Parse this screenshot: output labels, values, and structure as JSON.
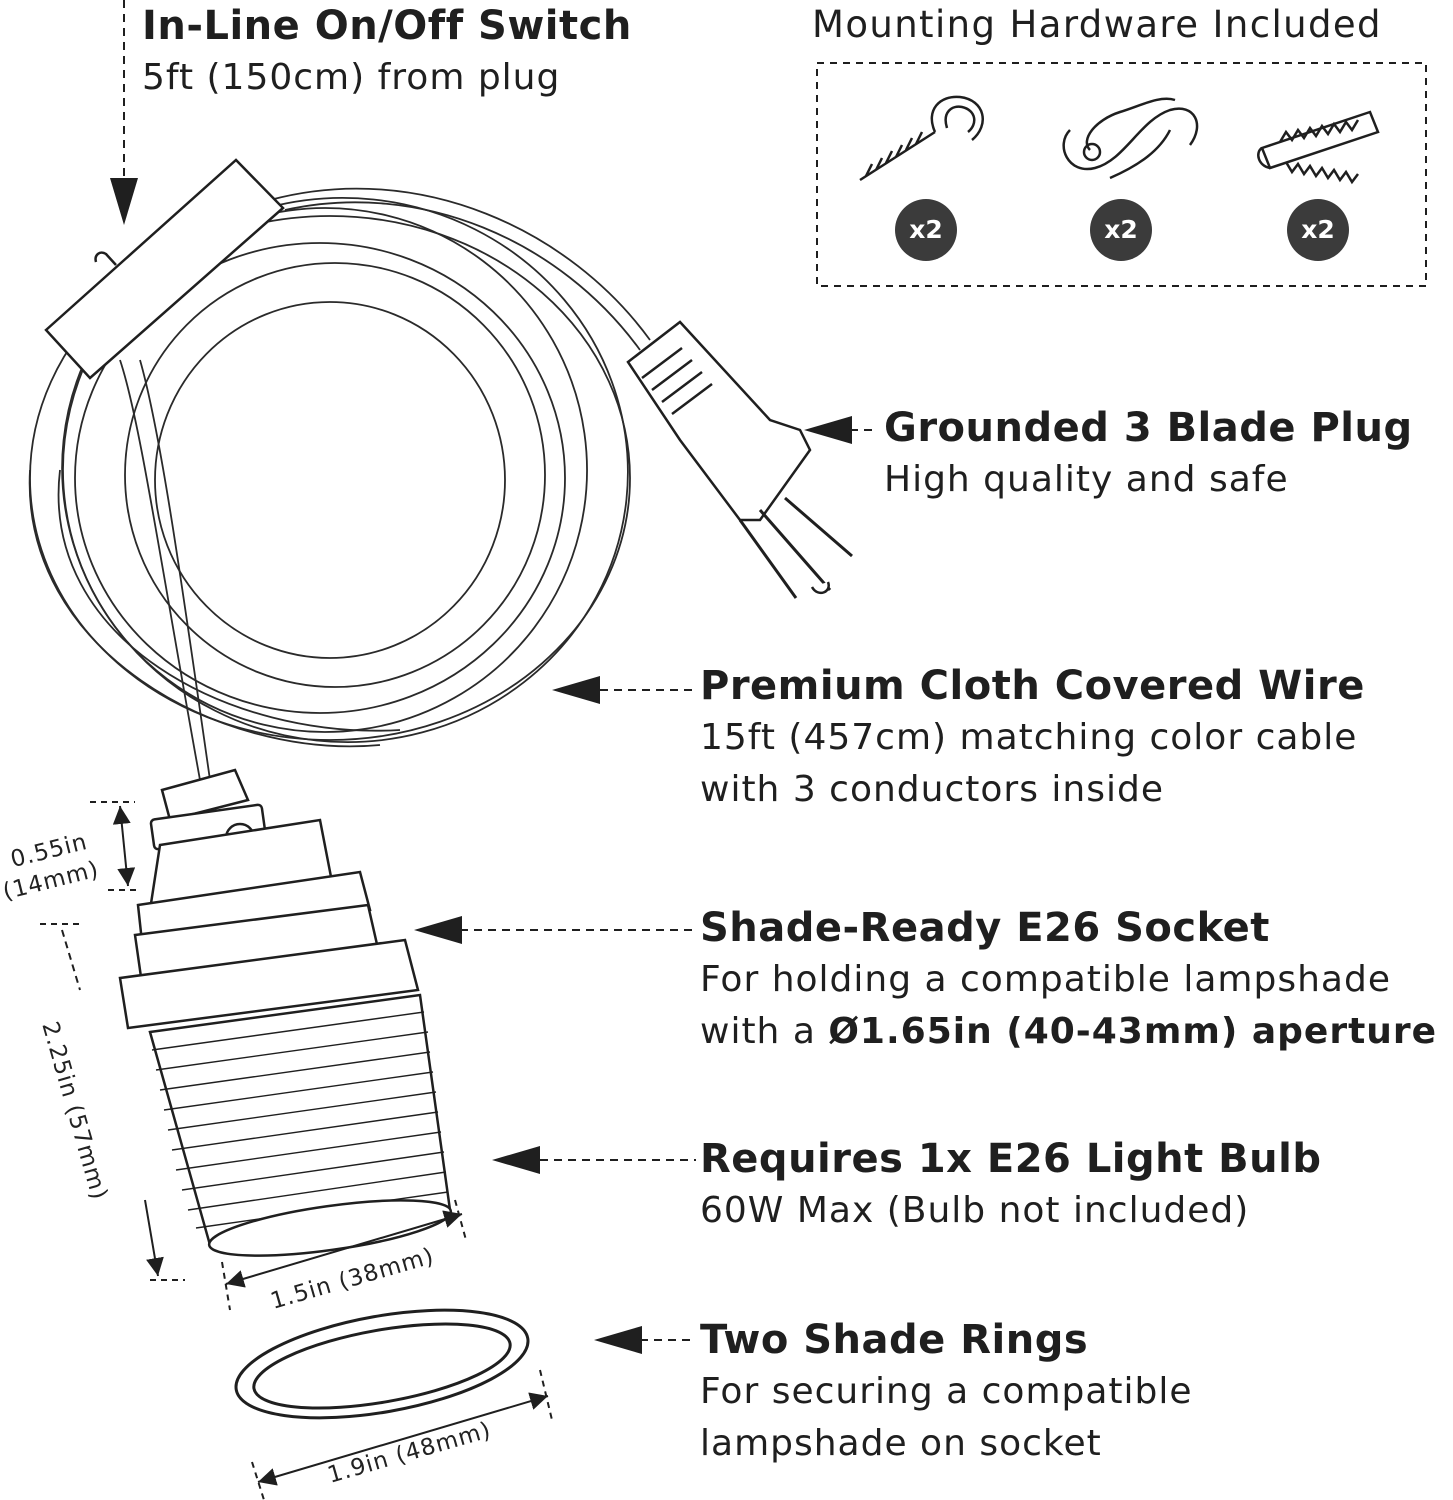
{
  "switch": {
    "title": "In-Line On/Off Switch",
    "sub": "5ft (150cm) from plug"
  },
  "hardware": {
    "heading": "Mounting Hardware Included",
    "badges": [
      "x2",
      "x2",
      "x2"
    ],
    "icons": [
      "hook-icon",
      "s-hook-icon",
      "anchor-icon"
    ]
  },
  "plug": {
    "title": "Grounded 3 Blade Plug",
    "sub": "High quality and safe"
  },
  "wire": {
    "title": "Premium Cloth Covered Wire",
    "line1": "15ft (457cm) matching color cable",
    "line2": "with 3 conductors inside"
  },
  "socket": {
    "title": "Shade-Ready E26 Socket",
    "line1": "For holding a compatible lampshade",
    "line2_prefix": "with a ",
    "line2_bold": "Ø1.65in (40-43mm) aperture"
  },
  "bulb": {
    "title": "Requires 1x E26 Light Bulb",
    "sub": "60W Max (Bulb not included)"
  },
  "rings": {
    "title": "Two Shade Rings",
    "line1": "For securing a compatible",
    "line2": "lampshade on socket"
  },
  "dimensions": {
    "top_in": "0.55in",
    "top_mm": "(14mm)",
    "height": "2.25in (57mm)",
    "socket_width": "1.5in (38mm)",
    "ring_width": "1.9in (48mm)"
  },
  "colors": {
    "ink": "#1f1f1f",
    "badge": "#3b3b3b",
    "background": "#ffffff"
  }
}
